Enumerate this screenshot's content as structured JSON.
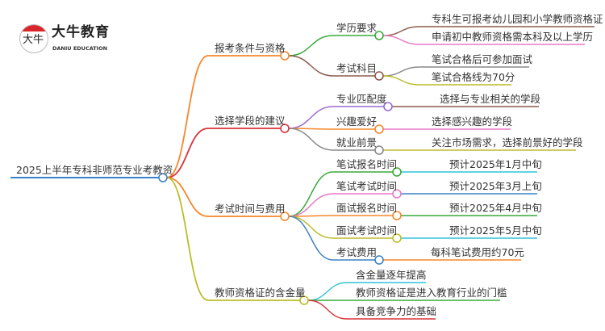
{
  "logo": {
    "title": "大牛教育",
    "subtitle": "DANIU EDUCATION",
    "glyph": "大牛"
  },
  "root": {
    "label": "2025上半年专科非师范专业考教资",
    "color": "#3b82c4"
  },
  "branches": [
    {
      "label": "报考条件与资格",
      "color": "#f5872a",
      "children": [
        {
          "label": "学历要求",
          "color": "#3aaa3a",
          "leaves": [
            {
              "text": "专科生可报考幼儿园和小学教师资格证",
              "color": "#8b5a4a"
            },
            {
              "text": "申请初中教师资格需本科及以上学历",
              "color": "#e879c6"
            }
          ]
        },
        {
          "label": "考试科目",
          "color": "#8b5a4a",
          "leaves": [
            {
              "text": "笔试合格后可参加面试",
              "color": "#888888"
            },
            {
              "text": "笔试合格线为70分",
              "color": "#bcbc2a"
            }
          ]
        }
      ]
    },
    {
      "label": "选择学段的建议",
      "color": "#d9323a",
      "children": [
        {
          "label": "专业匹配度",
          "color": "#9a6ad6",
          "leaves": [
            {
              "text": "选择与专业相关的学段",
              "color": "#8b5a4a"
            }
          ]
        },
        {
          "label": "兴趣爱好",
          "color": "#f5872a",
          "leaves": [
            {
              "text": "选择感兴趣的学段",
              "color": "#e879c6"
            }
          ]
        },
        {
          "label": "就业前景",
          "color": "#888888",
          "leaves": [
            {
              "text": "关注市场需求，选择前景好的学段",
              "color": "#bcbc2a"
            }
          ]
        }
      ]
    },
    {
      "label": "考试时间与费用",
      "color": "#f5872a",
      "children": [
        {
          "label": "笔试报名时间",
          "color": "#3aaa3a",
          "leaves": [
            {
              "text": "预计2025年1月中旬",
              "color": "#2ec4d8"
            }
          ]
        },
        {
          "label": "笔试考试时间",
          "color": "#e879c6",
          "leaves": [
            {
              "text": "预计2025年3月上旬",
              "color": "#3b82c4"
            }
          ]
        },
        {
          "label": "面试报名时间",
          "color": "#f5872a",
          "leaves": [
            {
              "text": "预计2025年4月中旬",
              "color": "#3aaa3a"
            }
          ]
        },
        {
          "label": "面试考试时间",
          "color": "#bcbc2a",
          "leaves": [
            {
              "text": "预计2025年5月中旬",
              "color": "#2ec4d8"
            }
          ]
        },
        {
          "label": "考试费用",
          "color": "#3b82c4",
          "leaves": [
            {
              "text": "每科笔试费用约70元",
              "color": "#f5872a"
            }
          ]
        }
      ]
    },
    {
      "label": "教师资格证的含金量",
      "color": "#bcbc2a",
      "leaves": [
        {
          "text": "含金量逐年提高",
          "color": "#2ec4d8"
        },
        {
          "text": "教师资格证是进入教育行业的门槛",
          "color": "#3aaa3a"
        },
        {
          "text": "具备竞争力的基础",
          "color": "#d9323a"
        }
      ]
    }
  ]
}
